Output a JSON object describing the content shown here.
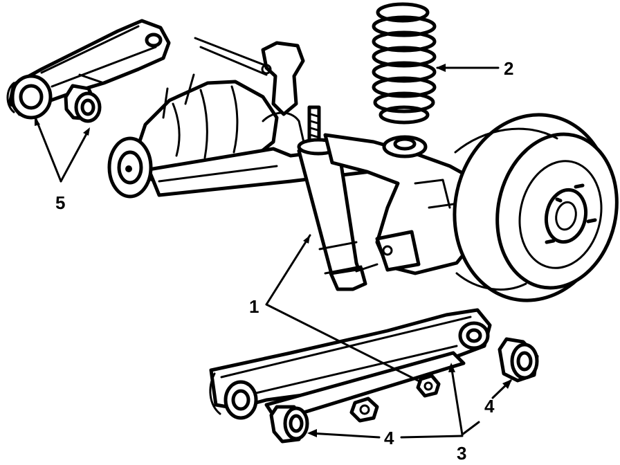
{
  "diagram": {
    "labels": {
      "shock_absorber": "1",
      "coil_spring": "2",
      "lower_control_arm": "3",
      "lower_arm_bushing": "4",
      "upper_control_arm": "5"
    }
  }
}
